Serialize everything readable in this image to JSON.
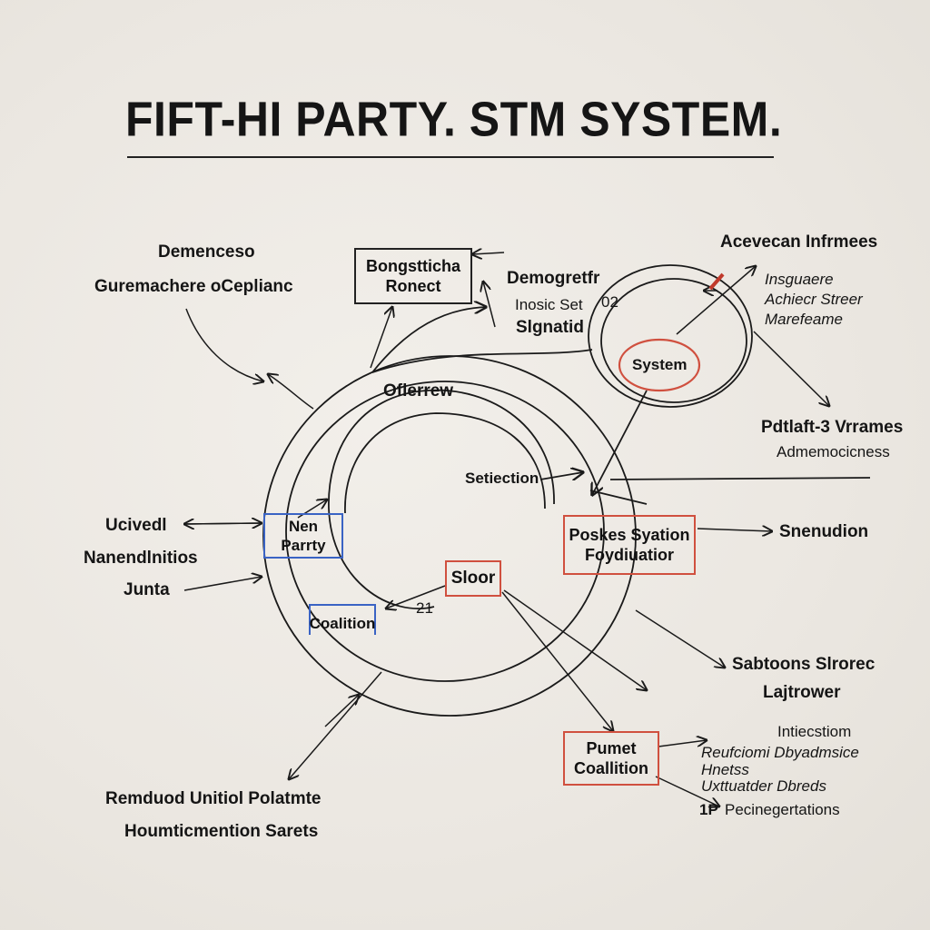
{
  "title": "FIFT-HI PARTY. STM SYSTEM.",
  "colors": {
    "ink": "#1a1a1a",
    "red": "#d0503f",
    "blue": "#3a63c4"
  },
  "labels": {
    "top_left_1": "Demenceso",
    "top_left_2": "Guremachere oCeplianc",
    "box_top_1": "Bongstticha",
    "box_top_2": "Ronect",
    "demo_1": "Demogretfr",
    "demo_2": "Inosic Set",
    "demo_3": "Slgnatid",
    "demo_num": "02",
    "top_right_1": "Acevecan Infrmees",
    "top_right_2": "Insguaere",
    "top_right_3": "Achiecr Streer",
    "top_right_4": "Marefeame",
    "system": "System",
    "right_mid_1": "Pdtlaft-3 Vrrames",
    "right_mid_2": "Admemocicness",
    "outer_ring": "Oflerrew",
    "selection": "Setiection",
    "left_1": "Ucivedl",
    "left_2": "Nanendlnitios",
    "left_3": "Junta",
    "new_party": "Nen Parrty",
    "coalition": "Coalition",
    "slor": "Sloor",
    "num_21": "21",
    "poskes_1": "Poskes Syation",
    "poskes_2": "Foydiuatior",
    "snenudion": "Snenudion",
    "safe_1": "Sabtoons Slrorec",
    "safe_2": "Lajtrower",
    "punet_1": "Pumet",
    "punet_2": "Coallition",
    "br_1": "Intiecstiom",
    "br_2": "Reufciomi  Dbyadmsice",
    "br_3": "Hnetss",
    "br_4": "Uxttuatder  Dbreds",
    "br_5": "Pecinegertations",
    "br_num": "1P",
    "bottom_left_1": "Remduod Unitiol Polatmte",
    "bottom_left_2": "Houmticmention Sarets"
  }
}
